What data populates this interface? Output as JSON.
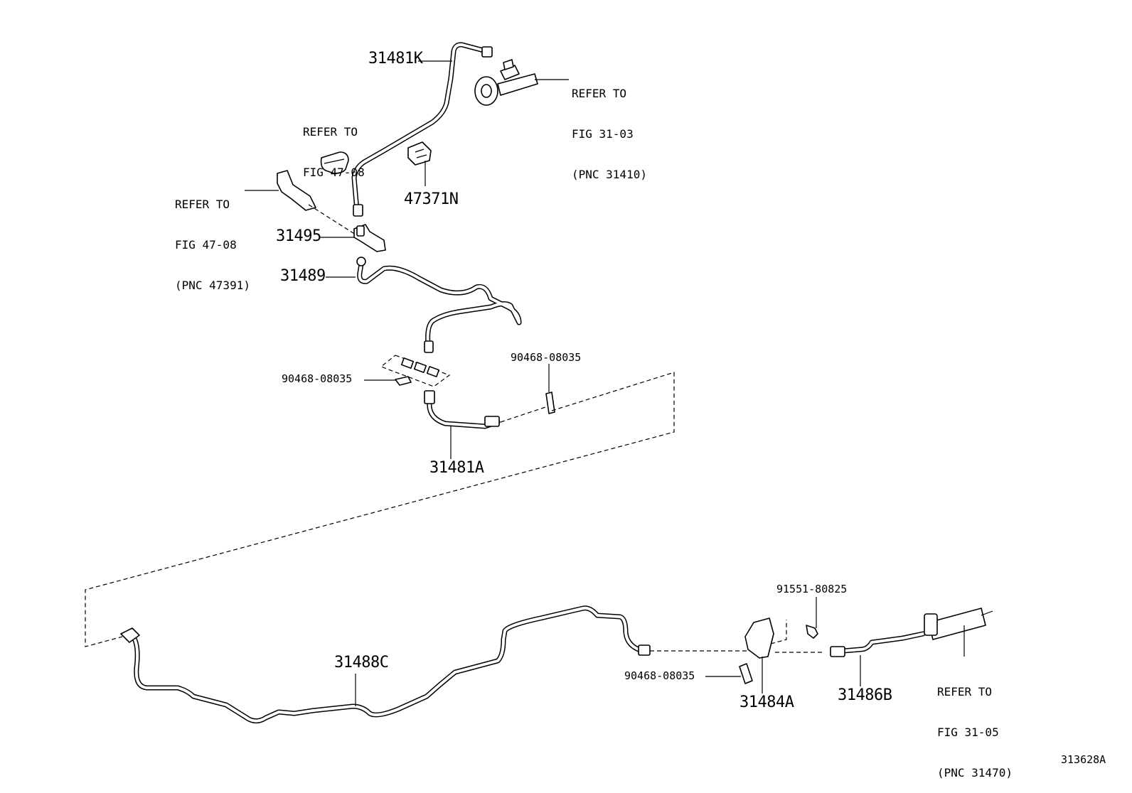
{
  "parts": {
    "p31481K": "31481K",
    "p47371N": "47371N",
    "p31495": "31495",
    "p31489": "31489",
    "p90468_a": "90468-08035",
    "p90468_b": "90468-08035",
    "p31481A": "31481A",
    "p31488C": "31488C",
    "p91551": "91551-80825",
    "p90468_c": "90468-08035",
    "p31484A": "31484A",
    "p31486B": "31486B"
  },
  "refs": {
    "master_cylinder": {
      "l1": "REFER TO",
      "l2": "FIG 31-03",
      "l3": "(PNC 31410)"
    },
    "fig4708_a": {
      "l1": "REFER TO",
      "l2": "FIG 47-08"
    },
    "fig4708_b": {
      "l1": "REFER TO",
      "l2": "FIG 47-08",
      "l3": "(PNC 47391)"
    },
    "release_cylinder": {
      "l1": "REFER TO",
      "l2": "FIG 31-05",
      "l3": "(PNC 31470)"
    }
  },
  "illustration_number": "313628A"
}
